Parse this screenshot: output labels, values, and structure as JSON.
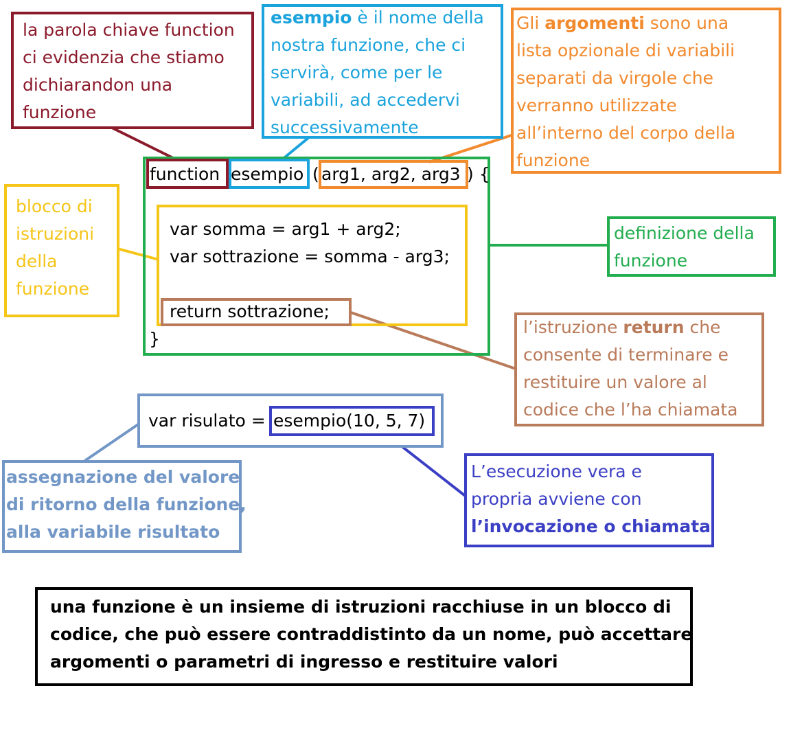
{
  "colors": {
    "maroon": "#8b1a2b",
    "blue": "#1aa3dc",
    "orange": "#f28a2e",
    "yellow": "#f5c518",
    "green": "#22ad4f",
    "brown": "#b97b5a",
    "steel": "#7297c6",
    "indigo": "#3b3fc4",
    "black": "#000000"
  },
  "annotations": {
    "keyword": {
      "lines": [
        "la parola chiave function",
        "ci evidenzia che stiamo",
        "dichiarandon una",
        "funzione"
      ]
    },
    "name": {
      "bold": "esempio",
      "rest": " è il nome della",
      "lines": [
        "nostra funzione, che ci",
        "servirà, come per le",
        "variabili, ad accedervi",
        "successivamente"
      ]
    },
    "arguments": {
      "l1_pre": "Gli ",
      "l1_bold": "argomenti",
      "l1_post": " sono una",
      "lines": [
        "lista opzionale di variabili",
        "separati da virgole che",
        "verranno utilizzate",
        "all’interno del corpo della",
        "funzione"
      ]
    },
    "block": {
      "lines": [
        "blocco di",
        "istruzioni",
        "della",
        "funzione"
      ]
    },
    "definition": {
      "lines": [
        "definizione della",
        "funzione"
      ]
    },
    "return": {
      "l1_pre": "l’istruzione ",
      "l1_bold": "return",
      "l1_post": " che",
      "lines": [
        "consente di terminare e",
        "restituire un valore al",
        "codice che l’ha chiamata"
      ]
    },
    "assign": {
      "lines": [
        "assegnazione del valore",
        "di ritorno della funzione,",
        "alla variabile risultato"
      ]
    },
    "invoke": {
      "lines": [
        "L’esecuzione vera e",
        "propria avviene con"
      ],
      "bold_line": "l’invocazione o chiamata"
    }
  },
  "code": {
    "kw_function": "function",
    "fn_name": "esempio",
    "paren_open": "(",
    "args": "arg1, arg2, arg3",
    "paren_close_brace": ") {",
    "line_somma": "var somma = arg1 + arg2;",
    "line_sottrazione": "var sottrazione = somma - arg3;",
    "line_return": "return sottrazione;",
    "closing_brace": "}",
    "call_prefix": "var risulato =",
    "call_expr": "esempio(10, 5, 7)"
  },
  "summary": {
    "lines": [
      "una funzione è un insieme di istruzioni racchiuse in un blocco di",
      "codice, che può essere contraddistinto da un nome, può accettare",
      "argomenti o parametri di ingresso e restituire valori"
    ]
  }
}
